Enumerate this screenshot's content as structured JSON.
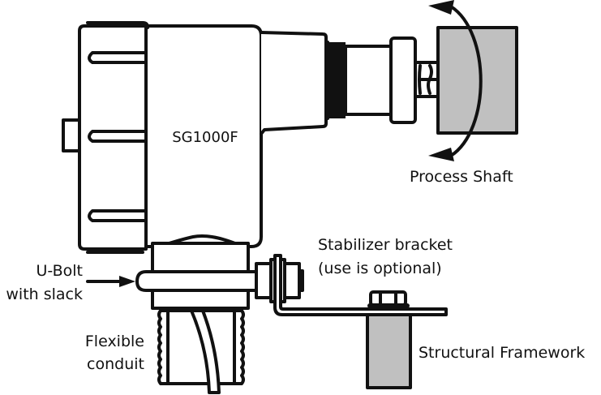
{
  "diagram": {
    "device_label": "SG1000F",
    "labels": {
      "process_shaft": "Process Shaft",
      "stabilizer_line1": "Stabilizer bracket",
      "stabilizer_line2": "(use is optional)",
      "ubolt_line1": "U-Bolt",
      "ubolt_line2": "with slack",
      "conduit_line1": "Flexible",
      "conduit_line2": "conduit",
      "framework": "Structural Framework"
    },
    "colors": {
      "stroke": "#111111",
      "fill_gray": "#c0c0c0",
      "background": "#ffffff"
    }
  }
}
